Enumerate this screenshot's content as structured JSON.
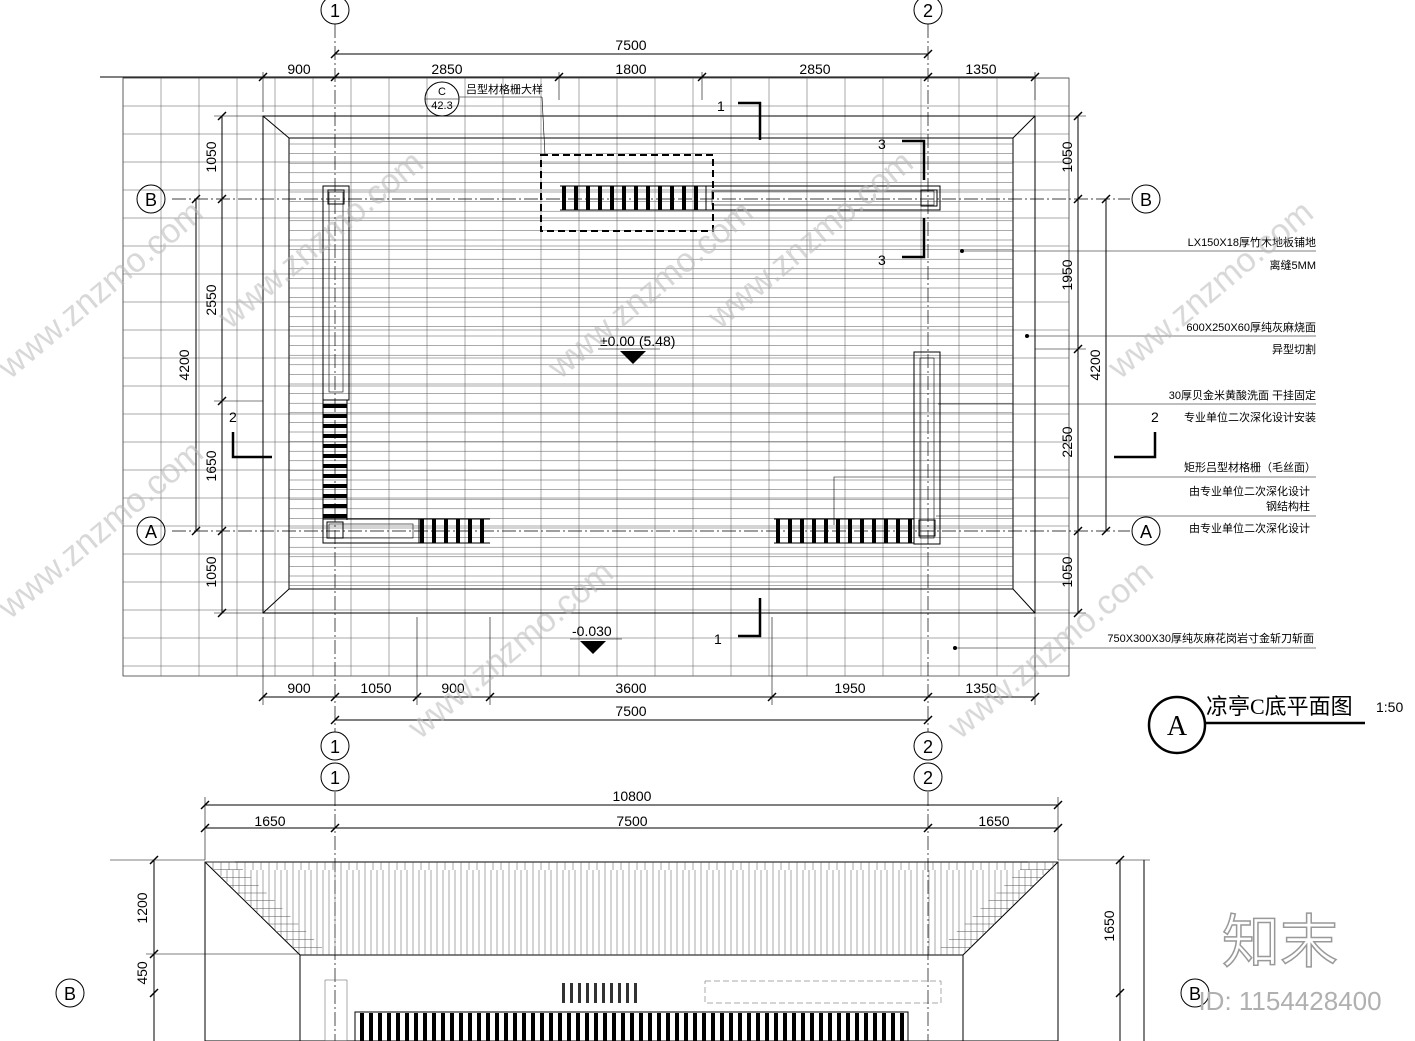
{
  "axes": {
    "col_1": "1",
    "col_2": "2",
    "row_a": "A",
    "row_b": "B"
  },
  "plan_top": {
    "overall": "7500",
    "segments": [
      "900",
      "2850",
      "1800",
      "2850",
      "1350"
    ],
    "bottom_segments": [
      "900",
      "1050",
      "900",
      "3600",
      "1950",
      "1350"
    ],
    "bottom_overall": "7500",
    "left_dims": [
      "1050",
      "2550",
      "4200",
      "1650",
      "1050"
    ],
    "right_dims": [
      "1050",
      "1950",
      "4200",
      "2250",
      "1050"
    ],
    "detail_ref_top": "C",
    "detail_ref_bottom": "42.3",
    "detail_label": "吕型材格栅大样",
    "level_main": "±0.00 (5.48)",
    "level_outer": "-0.030",
    "section_marks": [
      "1",
      "1",
      "2",
      "2",
      "3",
      "3"
    ]
  },
  "notes": [
    "LX150X18厚竹木地板铺地",
    "离缝5MM",
    "600X250X60厚纯灰麻烧面",
    "异型切割",
    "30厚贝金米黄酸洗面  干挂固定",
    "专业单位二次深化设计安装",
    "矩形吕型材格栅（毛丝面）",
    "由专业单位二次深化设计",
    "钢结构柱",
    "由专业单位二次深化设计",
    "750X300X30厚纯灰麻花岗岩寸金斩刀斩面"
  ],
  "title_block": {
    "letter": "A",
    "title": "凉亭C底平面图",
    "scale": "1:50"
  },
  "plan_bottom": {
    "overall": "10800",
    "segments": [
      "1650",
      "7500",
      "1650"
    ],
    "left_dims": [
      "1200",
      "450"
    ],
    "right_dims": [
      "1650"
    ]
  },
  "watermark": {
    "logo": "知末",
    "id": "ID: 1154428400",
    "site": "www.znzmo.com"
  }
}
